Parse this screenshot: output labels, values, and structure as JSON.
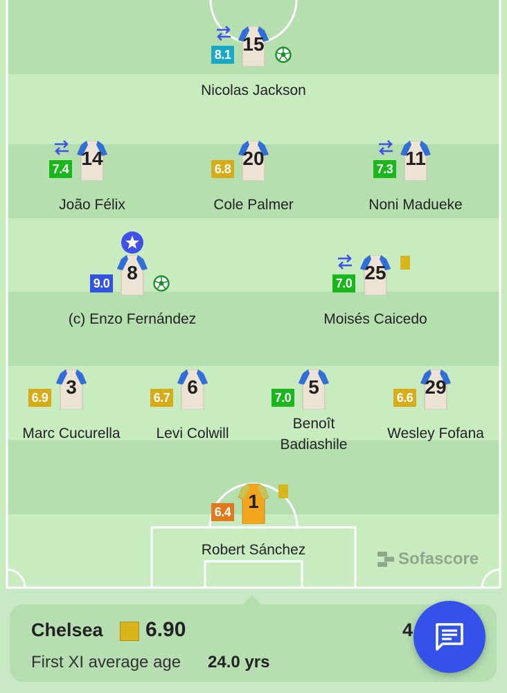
{
  "players": [
    {
      "id": "jackson",
      "number": "15",
      "name": "Nicolas Jackson",
      "rating": "8.1",
      "rating_color": "#18a9c7",
      "sub": true,
      "goal": true,
      "card": false,
      "captain_star": false,
      "kit": "outfield"
    },
    {
      "id": "felix",
      "number": "14",
      "name": "João Félix",
      "rating": "7.4",
      "rating_color": "#19b61c",
      "sub": true,
      "goal": false,
      "card": false,
      "captain_star": false,
      "kit": "outfield"
    },
    {
      "id": "palmer",
      "number": "20",
      "name": "Cole Palmer",
      "rating": "6.8",
      "rating_color": "#d8ac16",
      "sub": false,
      "goal": false,
      "card": false,
      "captain_star": false,
      "kit": "outfield"
    },
    {
      "id": "madueke",
      "number": "11",
      "name": "Noni Madueke",
      "rating": "7.3",
      "rating_color": "#19b61c",
      "sub": true,
      "goal": false,
      "card": false,
      "captain_star": false,
      "kit": "outfield"
    },
    {
      "id": "fernandez",
      "number": "8",
      "name": "(c) Enzo Fernández",
      "rating": "9.0",
      "rating_color": "#3452e0",
      "sub": false,
      "goal": true,
      "card": false,
      "captain_star": true,
      "kit": "outfield"
    },
    {
      "id": "caicedo",
      "number": "25",
      "name": "Moisés Caicedo",
      "rating": "7.0",
      "rating_color": "#19b61c",
      "sub": true,
      "goal": false,
      "card": true,
      "captain_star": false,
      "kit": "outfield"
    },
    {
      "id": "cucurella",
      "number": "3",
      "name": "Marc Cucurella",
      "rating": "6.9",
      "rating_color": "#d8ac16",
      "sub": false,
      "goal": false,
      "card": false,
      "captain_star": false,
      "kit": "outfield"
    },
    {
      "id": "colwill",
      "number": "6",
      "name": "Levi Colwill",
      "rating": "6.7",
      "rating_color": "#d8ac16",
      "sub": false,
      "goal": false,
      "card": false,
      "captain_star": false,
      "kit": "outfield"
    },
    {
      "id": "badiashile",
      "number": "5",
      "name": "Benoît Badiashile",
      "rating": "7.0",
      "rating_color": "#19b61c",
      "sub": false,
      "goal": false,
      "card": false,
      "captain_star": false,
      "kit": "outfield"
    },
    {
      "id": "fofana",
      "number": "29",
      "name": "Wesley Fofana",
      "rating": "6.6",
      "rating_color": "#d8ac16",
      "sub": false,
      "goal": false,
      "card": false,
      "captain_star": false,
      "kit": "outfield"
    },
    {
      "id": "sanchez",
      "number": "1",
      "name": "Robert Sánchez",
      "rating": "6.4",
      "rating_color": "#e2781c",
      "sub": false,
      "goal": false,
      "card": true,
      "captain_star": false,
      "kit": "goalkeeper"
    }
  ],
  "watermark": {
    "text": "Sofascore",
    "icon": "sofascore-logo-icon"
  },
  "team": {
    "name": "Chelsea",
    "rating": "6.90",
    "rating_color": "#d8b51b",
    "other_rating_partial": "4",
    "age_label": "First XI average age",
    "age_value": "24.0 yrs"
  },
  "chat_button": {
    "icon": "chat-icon",
    "color": "#3451e9"
  },
  "colors": {
    "pitch": "#c8ecc0",
    "stripe": "#b6dfb0",
    "lines": "#ffffff",
    "shirt_body": "#ede3d4",
    "shirt_sleeve": "#2f6fd8",
    "gk_shirt": "#f2a51d"
  }
}
